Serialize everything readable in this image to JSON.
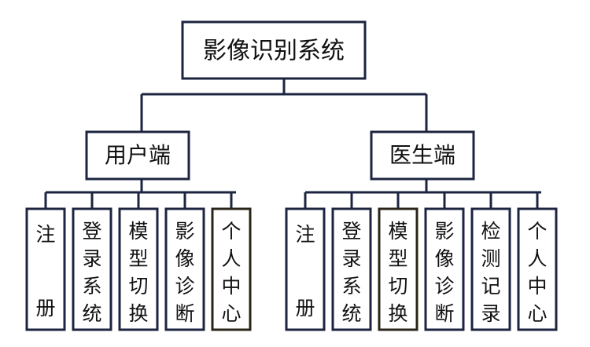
{
  "root": {
    "label": "影像识别系统"
  },
  "branches": [
    {
      "label": "用户端",
      "leaves": [
        {
          "chars": [
            "注",
            "册"
          ],
          "color": "#1a1c8a",
          "dark_border": false
        },
        {
          "chars": [
            "登",
            "录",
            "系",
            "统"
          ],
          "color": "#111111",
          "dark_border": false
        },
        {
          "chars": [
            "模",
            "型",
            "切",
            "换"
          ],
          "color": "#111111",
          "dark_border": false
        },
        {
          "chars": [
            "影",
            "像",
            "诊",
            "断"
          ],
          "color": "#111111",
          "dark_border": false
        },
        {
          "chars": [
            "个",
            "人",
            "中",
            "心"
          ],
          "color": "#111111",
          "dark_border": true
        }
      ]
    },
    {
      "label": "医生端",
      "leaves": [
        {
          "chars": [
            "注",
            "册"
          ],
          "color": "#1a1c8a",
          "dark_border": false
        },
        {
          "chars": [
            "登",
            "录",
            "系",
            "统"
          ],
          "color": "#111111",
          "dark_border": false
        },
        {
          "chars": [
            "模",
            "型",
            "切",
            "换"
          ],
          "color": "#111111",
          "dark_border": true
        },
        {
          "chars": [
            "影",
            "像",
            "诊",
            "断"
          ],
          "color": "#111111",
          "dark_border": false
        },
        {
          "chars": [
            "检",
            "测",
            "记",
            "录"
          ],
          "color": "#111111",
          "dark_border": false
        },
        {
          "chars": [
            "个",
            "人",
            "中",
            "心"
          ],
          "color": "#111111",
          "dark_border": false
        }
      ]
    }
  ],
  "colors": {
    "line": "#1c2440",
    "text": "#111111",
    "accent_text": "#1a1c8a"
  }
}
